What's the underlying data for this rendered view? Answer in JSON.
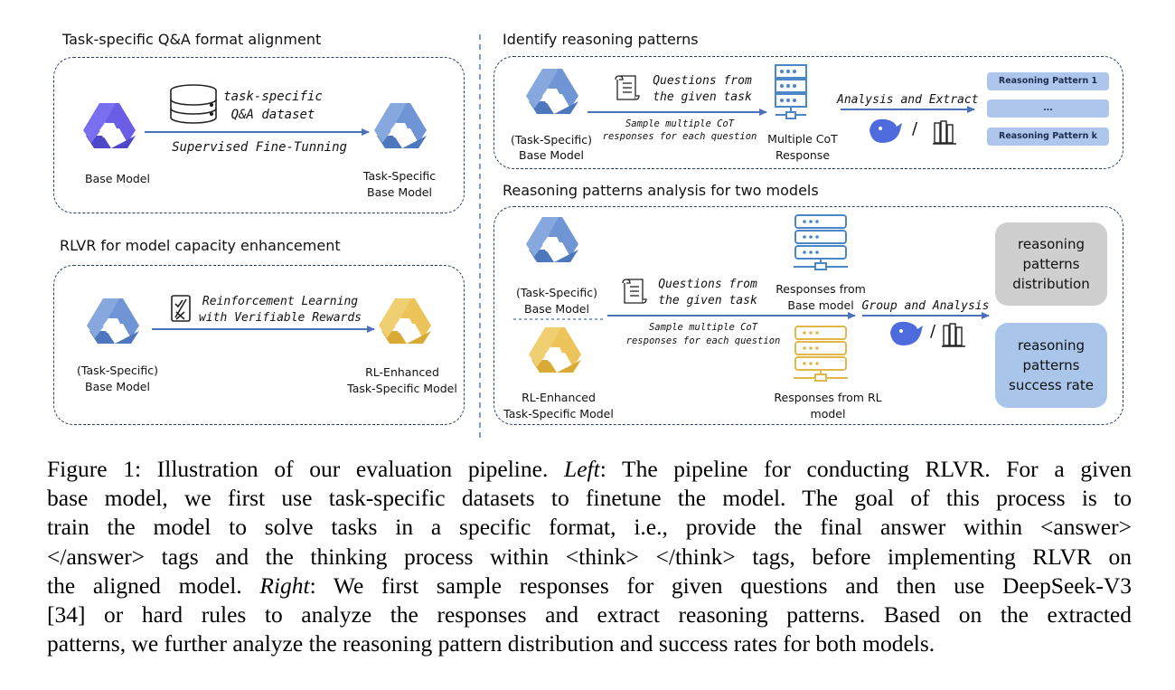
{
  "left": {
    "sft": {
      "title": "Task-specific Q&A format alignment",
      "base_model": "Base Model",
      "dataset_line1": "task-specific",
      "dataset_line2": "Q&A dataset",
      "method": "Supervised Fine-Tunning",
      "output_line1": "Task-Specific",
      "output_line2": "Base Model"
    },
    "rlvr": {
      "title": "RLVR for model capacity enhancement",
      "input_line1": "(Task-Specific)",
      "input_line2": "Base Model",
      "method_line1": "Reinforcement Learning",
      "method_line2": "with Verifiable Rewards",
      "output_line1": "RL-Enhanced",
      "output_line2": "Task-Specific Model"
    }
  },
  "right": {
    "identify": {
      "title": "Identify reasoning patterns",
      "model_line1": "(Task-Specific)",
      "model_line2": "Base Model",
      "questions_line1": "Questions from",
      "questions_line2": "the given task",
      "sample_line1": "Sample multiple CoT",
      "sample_line2": "responses for each question",
      "response_line1": "Multiple CoT",
      "response_line2": "Response",
      "analysis": "Analysis and Extract",
      "or_sep": "/",
      "patterns": [
        "Reasoning Pattern 1",
        "...",
        "Reasoning Pattern k"
      ]
    },
    "compare": {
      "title": "Reasoning patterns analysis for two models",
      "base_line1": "(Task-Specific)",
      "base_line2": "Base Model",
      "rl_line1": "RL-Enhanced",
      "rl_line2": "Task-Specific Model",
      "questions_line1": "Questions from",
      "questions_line2": "the given task",
      "sample_line1": "Sample multiple CoT",
      "sample_line2": "responses for each question",
      "resp_base_line1": "Responses from",
      "resp_base_line2": "Base model",
      "resp_rl_line1": "Responses from RL",
      "resp_rl_line2": "model",
      "group": "Group and Analysis",
      "or_sep": "/",
      "result1_line1": "reasoning",
      "result1_line2": "patterns",
      "result1_line3": "distribution",
      "result2_line1": "reasoning",
      "result2_line2": "patterns",
      "result2_line3": "success rate"
    }
  },
  "colors": {
    "frame": "#2a3f63",
    "arrow": "#4a72b8",
    "pattern_fill": "#aec6ec",
    "result_gray": "#cfcfcf",
    "result_blue": "#a9c6ea",
    "server_blue": "#4a86c8",
    "server_gold": "#e3b84a",
    "logo_purple": "#5b5bd6",
    "logo_blue": "#5b86c8",
    "logo_gold": "#e0b443"
  },
  "caption": {
    "lines": [
      "Figure 1: Illustration of our evaluation pipeline. Left: The pipeline for conducting RLVR. For a given",
      "base model, we first use task-specific datasets to finetune the model. The goal of this process is to",
      "train the model to solve tasks in a specific format, i.e., provide the final answer within <answer>",
      "</answer> tags and the thinking process within <think> </think> tags, before implementing RLVR on",
      "the aligned model. Right: We first sample responses for given questions and then use DeepSeek-V3",
      "[34] or hard rules to analyze the responses and extract reasoning patterns. Based on the extracted",
      "patterns, we further analyze the reasoning pattern distribution and success rates for both models."
    ]
  }
}
